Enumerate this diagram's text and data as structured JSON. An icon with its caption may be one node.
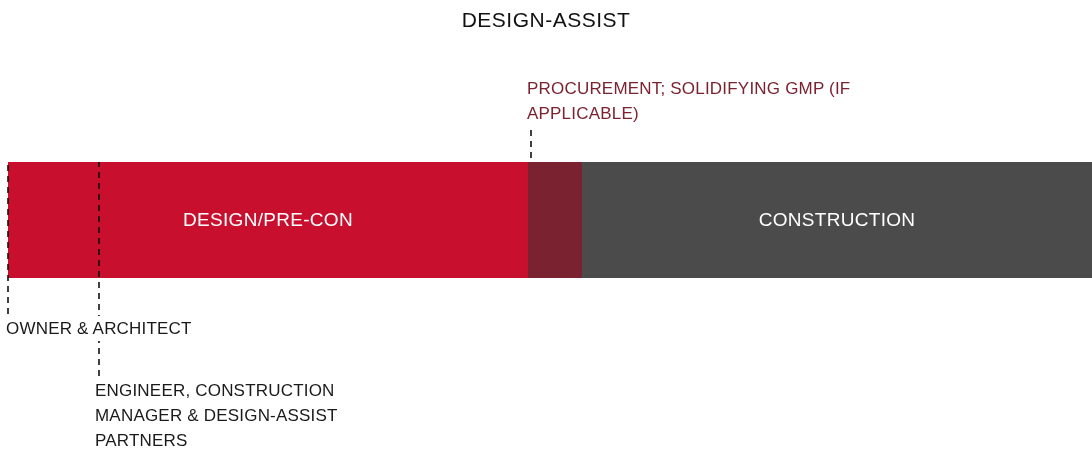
{
  "diagram": {
    "title": "DESIGN-ASSIST",
    "nodes": [
      {
        "text": [
          "DESIGN/PRE-CON"
        ]
      },
      {
        "text": [],
        "shape": "bar"
      },
      {
        "text": [
          "CONSTRUCTION"
        ]
      },
      {
        "text": [
          "OWNER & ARCHITECT"
        ]
      },
      {
        "text": [
          "ENGINEER, CONSTRUCTION MANAGER & DESIGN-ASSIST PARTNERS"
        ]
      },
      {
        "text": [
          "PROCUREMENT; SOLIDIFYING GMP (IF APPLICABLE)"
        ]
      }
    ],
    "edges": [
      {
        "from": 3,
        "to": 0,
        "arrow": "none",
        "style": "dashed"
      },
      {
        "from": 4,
        "to": 0,
        "arrow": "none",
        "style": "dashed"
      },
      {
        "from": 5,
        "to": 1,
        "arrow": "none",
        "style": "dashed"
      }
    ]
  }
}
